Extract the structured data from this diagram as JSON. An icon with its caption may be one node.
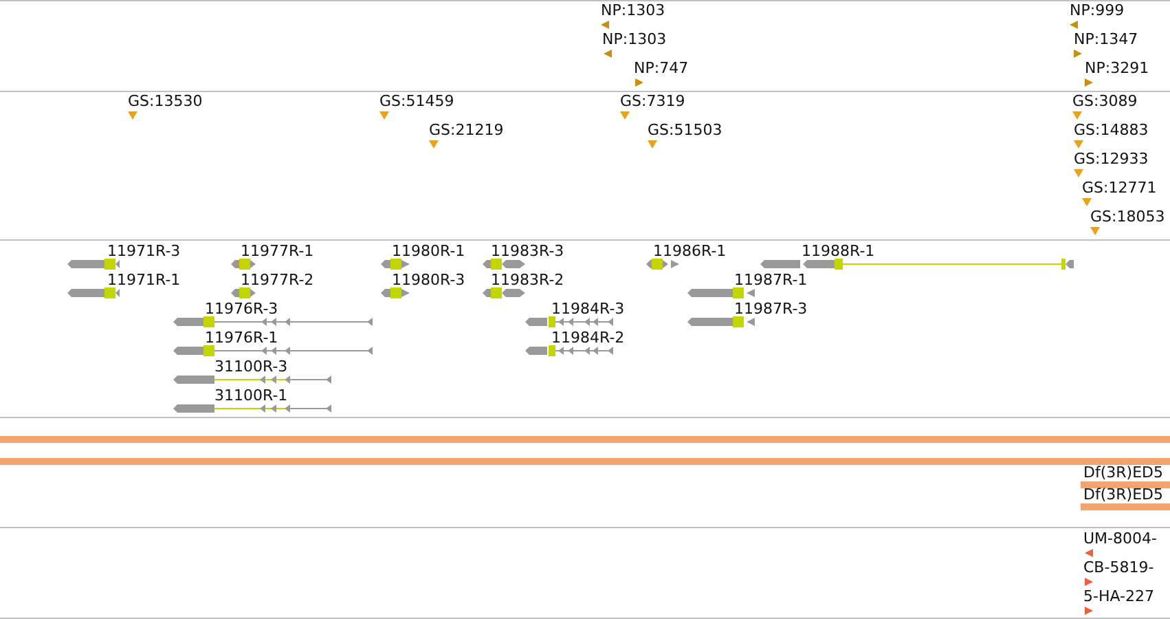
{
  "diagram": {
    "labels": [
      "NP:1303",
      "NP:999",
      "NP:1303",
      "NP:1347",
      "NP:747",
      "NP:3291",
      "GS:13530",
      "GS:51459",
      "GS:7319",
      "GS:3089",
      "GS:21219",
      "GS:51503",
      "GS:14883",
      "GS:12933",
      "GS:12771",
      "GS:18053",
      "11971R-3",
      "11977R-1",
      "11980R-1",
      "11983R-3",
      "11986R-1",
      "11988R-1",
      "11971R-1",
      "11977R-2",
      "11980R-3",
      "11983R-2",
      "11987R-1",
      "11976R-3",
      "11984R-3",
      "11987R-3",
      "11976R-1",
      "11984R-2",
      "31100R-3",
      "31100R-1",
      "Df(3R)ED5",
      "Df(3R)ED5",
      "UM-8004-",
      "CB-5819-",
      "5-HA-227"
    ]
  }
}
